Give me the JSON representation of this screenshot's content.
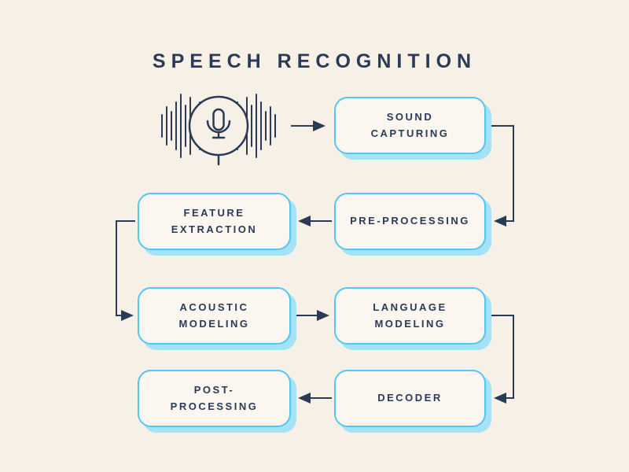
{
  "title": "SPEECH RECOGNITION",
  "colors": {
    "background": "#f7f0e7",
    "box_fill": "#fbf7f0",
    "box_border": "#54c6f1",
    "box_shadow": "#a5e2f8",
    "text": "#2b3a55",
    "arrow": "#2b3a55"
  },
  "icons": {
    "microphone": "microphone-waveform-icon"
  },
  "nodes": {
    "sound_capturing": {
      "label": "SOUND\nCAPTURING"
    },
    "pre_processing": {
      "label": "PRE-PROCESSING"
    },
    "feature_extraction": {
      "label": "FEATURE\nEXTRACTION"
    },
    "acoustic_modeling": {
      "label": "ACOUSTIC\nMODELING"
    },
    "language_modeling": {
      "label": "LANGUAGE\nMODELING"
    },
    "decoder": {
      "label": "DECODER"
    },
    "post_processing": {
      "label": "POST-\nPROCESSING"
    }
  },
  "edges": [
    {
      "from": "microphone",
      "to": "sound-capturing"
    },
    {
      "from": "sound-capturing",
      "to": "pre-processing"
    },
    {
      "from": "pre-processing",
      "to": "feature-extraction"
    },
    {
      "from": "feature-extraction",
      "to": "acoustic-modeling"
    },
    {
      "from": "acoustic-modeling",
      "to": "language-modeling"
    },
    {
      "from": "language-modeling",
      "to": "decoder"
    },
    {
      "from": "decoder",
      "to": "post-processing"
    }
  ]
}
